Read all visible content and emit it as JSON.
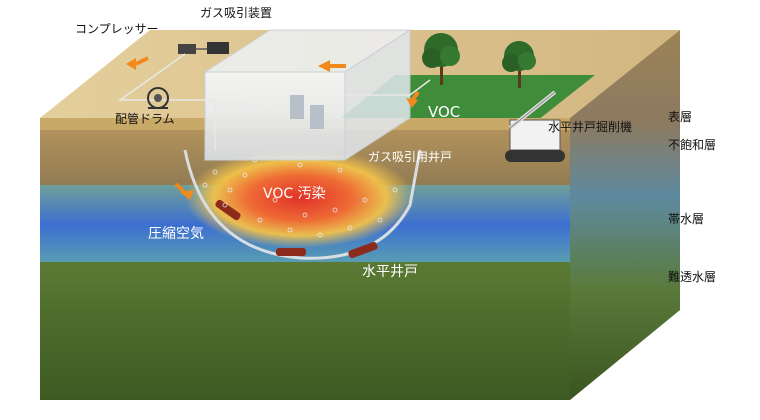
{
  "labels": {
    "compressor": "コンプレッサー",
    "gas_suction_device": "ガス吸引装置",
    "pipe_drum": "配管ドラム",
    "voc_arrow_label": "VOC",
    "horizontal_well_drill": "水平井戸掘削機",
    "gas_suction_well": "ガス吸引用井戸",
    "voc_contamination": "VOC 汚染",
    "compressed_air": "圧縮空気",
    "horizontal_well": "水平井戸"
  },
  "layers": {
    "surface": "表層",
    "unsaturated": "不飽和層",
    "aquifer": "帯水層",
    "impermeable": "難透水層"
  },
  "colors": {
    "surface_soil": "#d8c08c",
    "grass": "#3e8a3a",
    "unsaturated_layer": "#a8895a",
    "aquifer": "#4f7fd6",
    "impermeable_layer": "#4d6b2e",
    "contamination_core": "#e23b2a",
    "contamination_outer": "#f0c64a",
    "arrow": "#f08a1c"
  }
}
